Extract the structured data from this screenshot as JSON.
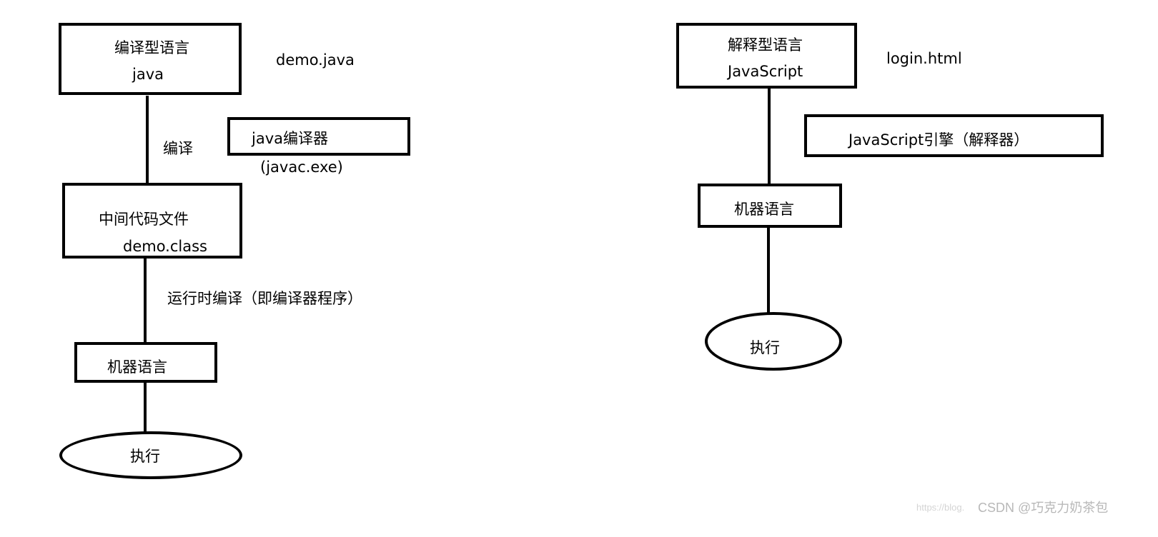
{
  "left": {
    "source_box": {
      "line1": "编译型语言",
      "line2": "java"
    },
    "source_file": "demo.java",
    "compile_label": "编译",
    "compiler_box": "java编译器",
    "compiler_exe": "(javac.exe)",
    "intermediate_box": {
      "line1": "中间代码文件",
      "line2": "demo.class"
    },
    "runtime_label": "运行时编译（即编译器程序）",
    "machine_box": "机器语言",
    "execute": "执行"
  },
  "right": {
    "source_box": {
      "line1": "解释型语言",
      "line2": "JavaScript"
    },
    "source_file": "login.html",
    "engine_box": "JavaScript引擎（解释器）",
    "machine_box": "机器语言",
    "execute": "执行"
  },
  "watermark": {
    "url": "https://blog.",
    "text": "CSDN @巧克力奶茶包"
  }
}
